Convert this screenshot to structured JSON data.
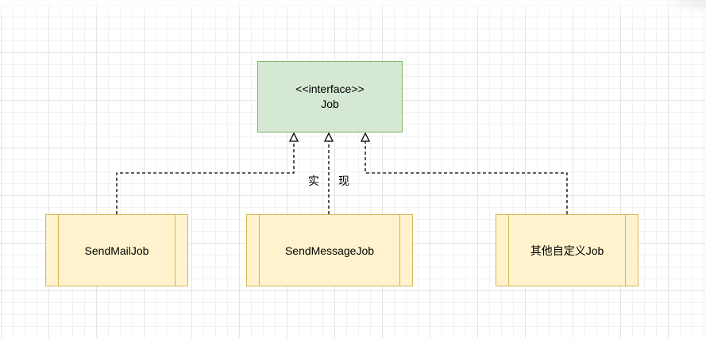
{
  "interface": {
    "stereotype": "<<interface>>",
    "name": "Job"
  },
  "classes": [
    {
      "name": "SendMailJob"
    },
    {
      "name": "SendMessageJob"
    },
    {
      "name": "其他自定义Job"
    }
  ],
  "relation_label": "实现",
  "colors": {
    "interface_fill": "#d5e8d4",
    "interface_stroke": "#82b366",
    "class_fill": "#fff2cc",
    "class_stroke": "#d6b656",
    "line": "#000000"
  }
}
